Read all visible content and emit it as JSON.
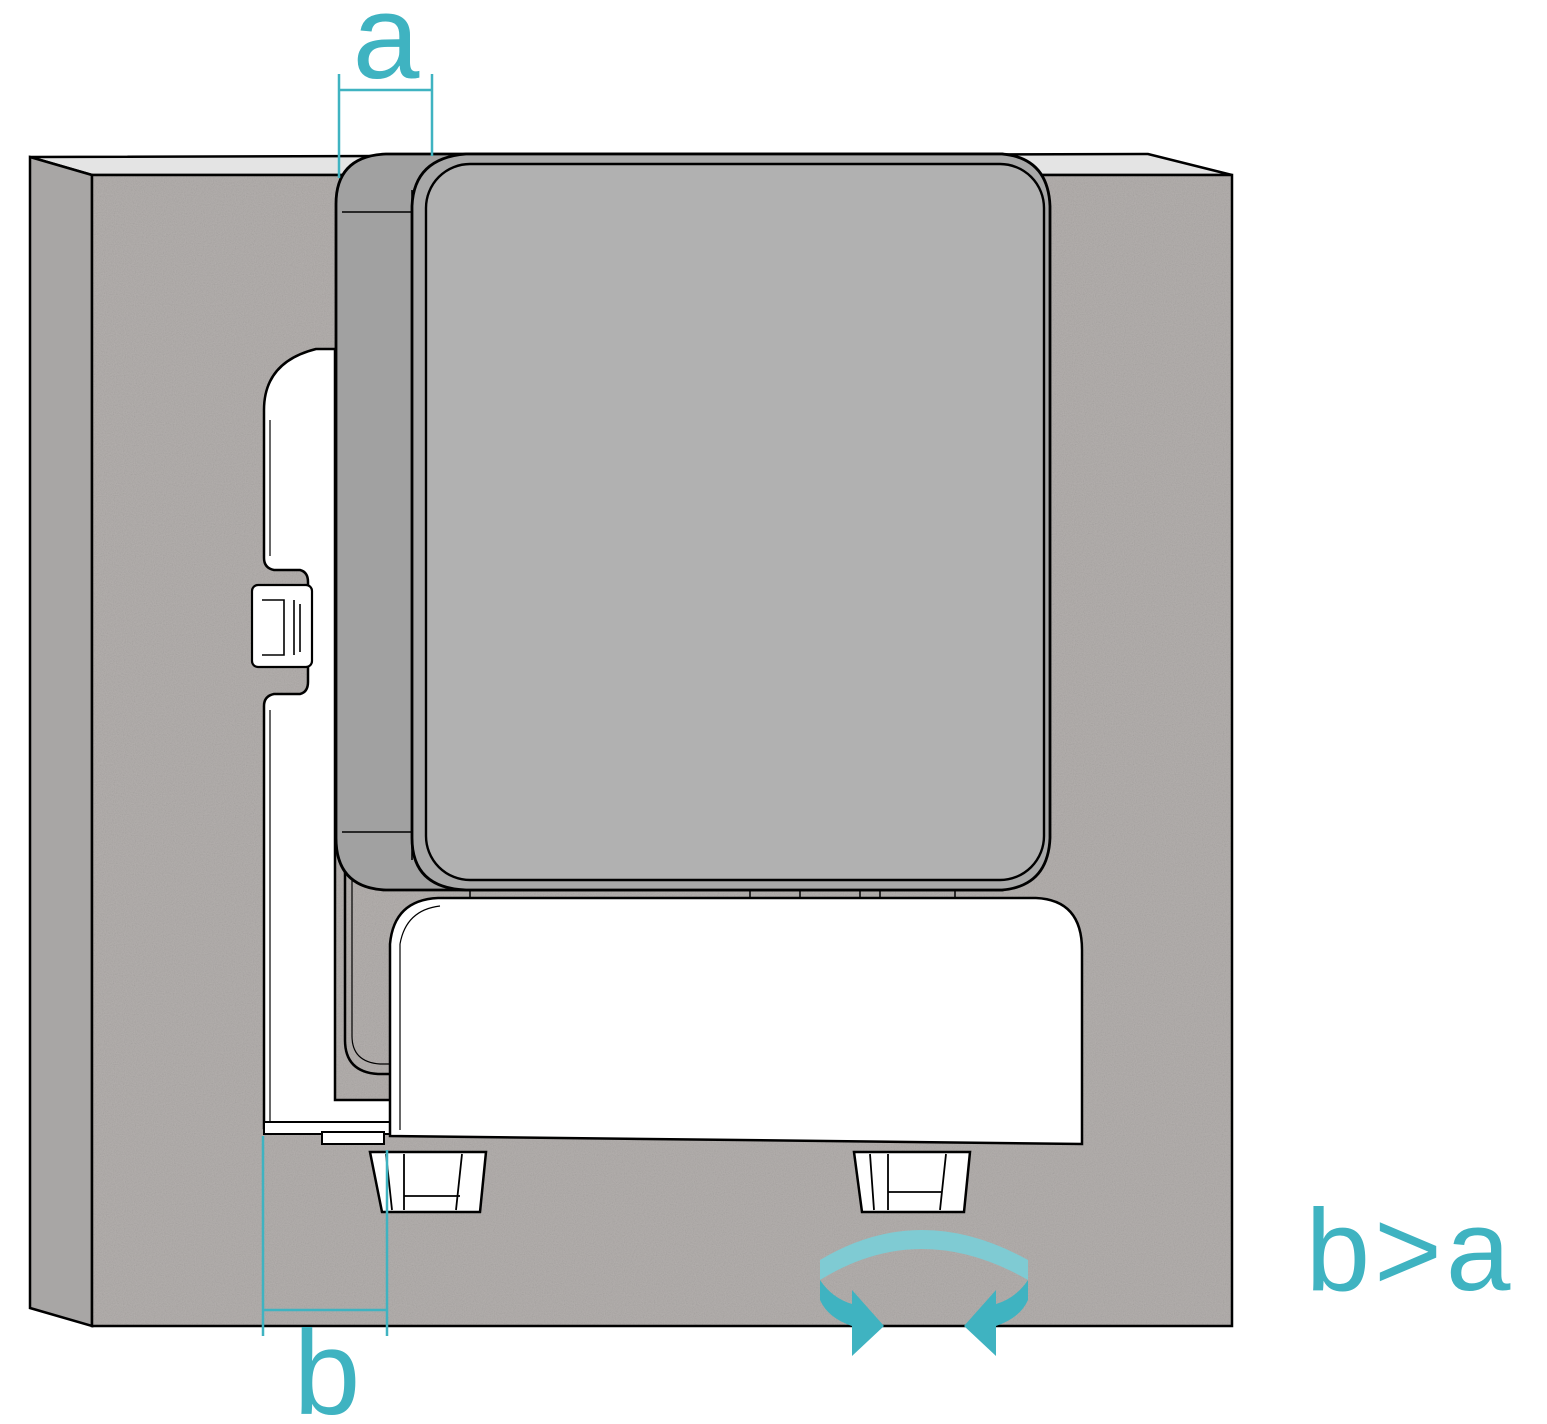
{
  "labels": {
    "dimension_a": "a",
    "dimension_b": "b",
    "relation": "b>a"
  },
  "colors": {
    "accent": "#3FB3C1",
    "accent_light": "#7FCBD3",
    "wall": "#B4B0AE",
    "wall_edge": "#A8A6A5",
    "wall_top": "#E4E4E4",
    "device_front": "#B1B1B1",
    "device_side": "#A1A1A1",
    "mount": "#FFFFFF",
    "outline": "#000000"
  },
  "icons": {
    "rotation": "rotate-arrows-icon"
  }
}
